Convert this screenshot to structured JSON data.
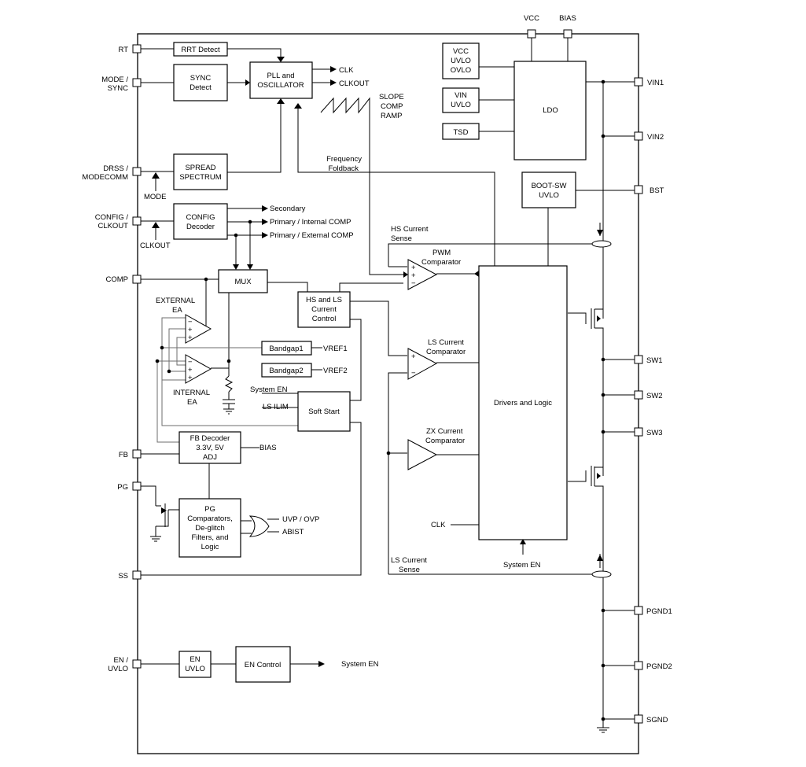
{
  "pins_left": [
    {
      "id": "rt",
      "label": [
        "RT"
      ]
    },
    {
      "id": "mode",
      "label": [
        "MODE /",
        "SYNC"
      ]
    },
    {
      "id": "drss",
      "label": [
        "DRSS /",
        "MODECOMM"
      ]
    },
    {
      "id": "config",
      "label": [
        "CONFIG /",
        "CLKOUT"
      ]
    },
    {
      "id": "comp",
      "label": [
        "COMP"
      ]
    },
    {
      "id": "fb",
      "label": [
        "FB"
      ]
    },
    {
      "id": "pg",
      "label": [
        "PG"
      ]
    },
    {
      "id": "ss",
      "label": [
        "SS"
      ]
    },
    {
      "id": "en",
      "label": [
        "EN /",
        "UVLO"
      ]
    }
  ],
  "pins_right": [
    {
      "id": "vin1",
      "label": "VIN1"
    },
    {
      "id": "vin2",
      "label": "VIN2"
    },
    {
      "id": "bst",
      "label": "BST"
    },
    {
      "id": "sw1",
      "label": "SW1"
    },
    {
      "id": "sw2",
      "label": "SW2"
    },
    {
      "id": "sw3",
      "label": "SW3"
    },
    {
      "id": "pgnd1",
      "label": "PGND1"
    },
    {
      "id": "pgnd2",
      "label": "PGND2"
    },
    {
      "id": "sgnd",
      "label": "SGND"
    }
  ],
  "pins_top": [
    {
      "id": "vcc",
      "label": "VCC"
    },
    {
      "id": "bias",
      "label": "BIAS"
    }
  ],
  "blocks": [
    {
      "id": "rrt",
      "lines": [
        "RRT Detect"
      ]
    },
    {
      "id": "pll",
      "lines": [
        "PLL and",
        "OSCILLATOR"
      ]
    },
    {
      "id": "sync",
      "lines": [
        "SYNC",
        "Detect"
      ]
    },
    {
      "id": "spread",
      "lines": [
        "SPREAD",
        "SPECTRUM"
      ]
    },
    {
      "id": "config",
      "lines": [
        "CONFIG",
        "Decoder"
      ]
    },
    {
      "id": "mux",
      "lines": [
        "MUX"
      ]
    },
    {
      "id": "hsls",
      "lines": [
        "HS and LS",
        "Current",
        "Control"
      ]
    },
    {
      "id": "bg1",
      "lines": [
        "Bandgap1"
      ]
    },
    {
      "id": "bg2",
      "lines": [
        "Bandgap2"
      ]
    },
    {
      "id": "softstart",
      "lines": [
        "Soft Start"
      ]
    },
    {
      "id": "fbdec",
      "lines": [
        "FB Decoder",
        "3.3V, 5V",
        "ADJ"
      ]
    },
    {
      "id": "pgcomp",
      "lines": [
        "PG",
        "Comparators,",
        "De-glitch",
        "Filters, and",
        "Logic"
      ]
    },
    {
      "id": "enuvlo",
      "lines": [
        "EN",
        "UVLO"
      ]
    },
    {
      "id": "encontrol",
      "lines": [
        "EN Control"
      ]
    },
    {
      "id": "vccuvlo",
      "lines": [
        "VCC",
        "UVLO",
        "OVLO"
      ]
    },
    {
      "id": "vinuvlo",
      "lines": [
        "VIN",
        "UVLO"
      ]
    },
    {
      "id": "tsd",
      "lines": [
        "TSD"
      ]
    },
    {
      "id": "ldo",
      "lines": [
        "LDO"
      ]
    },
    {
      "id": "bootsw",
      "lines": [
        "BOOT-SW",
        "UVLO"
      ]
    },
    {
      "id": "drivers",
      "lines": [
        "Drivers and Logic"
      ]
    }
  ],
  "labels": {
    "clk": "CLK",
    "clkout": "CLKOUT",
    "slope": [
      "SLOPE",
      "COMP",
      "RAMP"
    ],
    "freq_foldback": [
      "Frequency",
      "Foldback"
    ],
    "mode": "MODE",
    "clkout_in": "CLKOUT",
    "secondary": "Secondary",
    "primary_internal": "Primary / Internal COMP",
    "primary_external": "Primary / External COMP",
    "hs_sense": [
      "HS Current",
      "Sense"
    ],
    "pwm_comp": [
      "PWM",
      "Comparator"
    ],
    "external_ea": [
      "EXTERNAL",
      "EA"
    ],
    "internal_ea": [
      "INTERNAL",
      "EA"
    ],
    "vref1": "VREF1",
    "vref2": "VREF2",
    "system_en_in": "System EN",
    "ls_ilim": "LS ILIM",
    "ls_comp": [
      "LS Current",
      "Comparator"
    ],
    "zx_comp": [
      "ZX Current",
      "Comparator"
    ],
    "bias_out": "BIAS",
    "uvp_ovp": "UVP / OVP",
    "abist": "ABIST",
    "clk_in": "CLK",
    "system_en_drv": "System EN",
    "ls_sense": [
      "LS Current",
      "Sense"
    ],
    "system_en_out": "System EN"
  }
}
